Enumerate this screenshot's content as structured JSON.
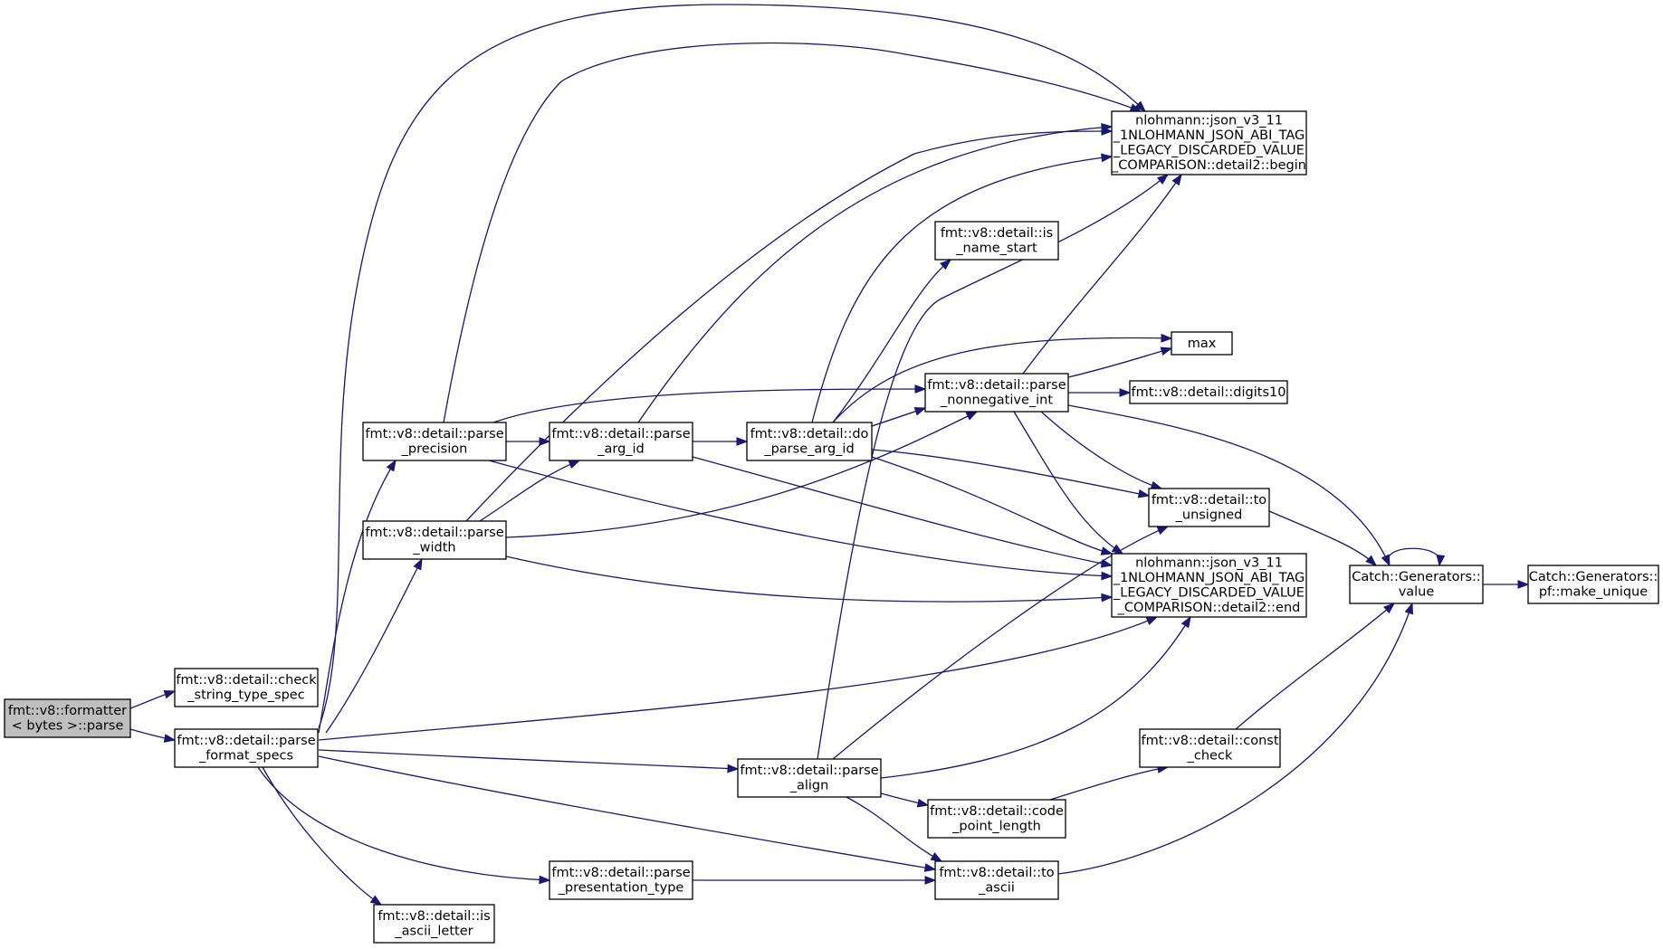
{
  "graph": {
    "nodes": [
      {
        "id": "root",
        "lines": [
          "fmt::v8::formatter",
          "< bytes >::parse"
        ],
        "root": true
      },
      {
        "id": "check",
        "lines": [
          "fmt::v8::detail::check",
          "_string_type_spec"
        ]
      },
      {
        "id": "pfs",
        "lines": [
          "fmt::v8::detail::parse",
          "_format_specs"
        ]
      },
      {
        "id": "prec",
        "lines": [
          "fmt::v8::detail::parse",
          "_precision"
        ]
      },
      {
        "id": "width",
        "lines": [
          "fmt::v8::detail::parse",
          "_width"
        ]
      },
      {
        "id": "ascii_letter",
        "lines": [
          "fmt::v8::detail::is",
          "_ascii_letter"
        ]
      },
      {
        "id": "argid",
        "lines": [
          "fmt::v8::detail::parse",
          "_arg_id"
        ]
      },
      {
        "id": "ptype",
        "lines": [
          "fmt::v8::detail::parse",
          "_presentation_type"
        ]
      },
      {
        "id": "doparse",
        "lines": [
          "fmt::v8::detail::do",
          "_parse_arg_id"
        ]
      },
      {
        "id": "align",
        "lines": [
          "fmt::v8::detail::parse",
          "_align"
        ]
      },
      {
        "id": "isname",
        "lines": [
          "fmt::v8::detail::is",
          "_name_start"
        ]
      },
      {
        "id": "nonneg",
        "lines": [
          "fmt::v8::detail::parse",
          "_nonnegative_int"
        ]
      },
      {
        "id": "codepoint",
        "lines": [
          "fmt::v8::detail::code",
          "_point_length"
        ]
      },
      {
        "id": "toascii",
        "lines": [
          "fmt::v8::detail::to",
          "_ascii"
        ]
      },
      {
        "id": "begin",
        "lines": [
          "nlohmann::json_v3_11",
          "_1NLOHMANN_JSON_ABI_TAG",
          "_LEGACY_DISCARDED_VALUE",
          "_COMPARISON::detail2::begin"
        ]
      },
      {
        "id": "max",
        "lines": [
          "max"
        ]
      },
      {
        "id": "digits10",
        "lines": [
          "fmt::v8::detail::digits10"
        ]
      },
      {
        "id": "tounsigned",
        "lines": [
          "fmt::v8::detail::to",
          "_unsigned"
        ]
      },
      {
        "id": "end",
        "lines": [
          "nlohmann::json_v3_11",
          "_1NLOHMANN_JSON_ABI_TAG",
          "_LEGACY_DISCARDED_VALUE",
          "_COMPARISON::detail2::end"
        ]
      },
      {
        "id": "constcheck",
        "lines": [
          "fmt::v8::detail::const",
          "_check"
        ]
      },
      {
        "id": "value",
        "lines": [
          "Catch::Generators::",
          "value"
        ]
      },
      {
        "id": "makeunique",
        "lines": [
          "Catch::Generators::",
          "pf::make_unique"
        ]
      }
    ],
    "edges": [
      [
        "root",
        "check"
      ],
      [
        "root",
        "pfs"
      ],
      [
        "pfs",
        "prec"
      ],
      [
        "pfs",
        "width"
      ],
      [
        "pfs",
        "ascii_letter"
      ],
      [
        "pfs",
        "ptype"
      ],
      [
        "pfs",
        "align"
      ],
      [
        "pfs",
        "toascii"
      ],
      [
        "pfs",
        "begin"
      ],
      [
        "pfs",
        "end"
      ],
      [
        "prec",
        "argid"
      ],
      [
        "prec",
        "nonneg"
      ],
      [
        "prec",
        "begin"
      ],
      [
        "prec",
        "end"
      ],
      [
        "width",
        "argid"
      ],
      [
        "width",
        "nonneg"
      ],
      [
        "width",
        "begin"
      ],
      [
        "width",
        "end"
      ],
      [
        "argid",
        "doparse"
      ],
      [
        "argid",
        "begin"
      ],
      [
        "argid",
        "end"
      ],
      [
        "doparse",
        "isname"
      ],
      [
        "doparse",
        "nonneg"
      ],
      [
        "doparse",
        "max"
      ],
      [
        "doparse",
        "tounsigned"
      ],
      [
        "doparse",
        "begin"
      ],
      [
        "doparse",
        "end"
      ],
      [
        "nonneg",
        "begin"
      ],
      [
        "nonneg",
        "max"
      ],
      [
        "nonneg",
        "digits10"
      ],
      [
        "nonneg",
        "tounsigned"
      ],
      [
        "nonneg",
        "end"
      ],
      [
        "nonneg",
        "value"
      ],
      [
        "align",
        "begin"
      ],
      [
        "align",
        "tounsigned"
      ],
      [
        "align",
        "end"
      ],
      [
        "align",
        "codepoint"
      ],
      [
        "align",
        "toascii"
      ],
      [
        "ptype",
        "toascii"
      ],
      [
        "codepoint",
        "constcheck"
      ],
      [
        "constcheck",
        "value"
      ],
      [
        "toascii",
        "value"
      ],
      [
        "tounsigned",
        "value"
      ],
      [
        "value",
        "value"
      ],
      [
        "value",
        "makeunique"
      ]
    ]
  }
}
